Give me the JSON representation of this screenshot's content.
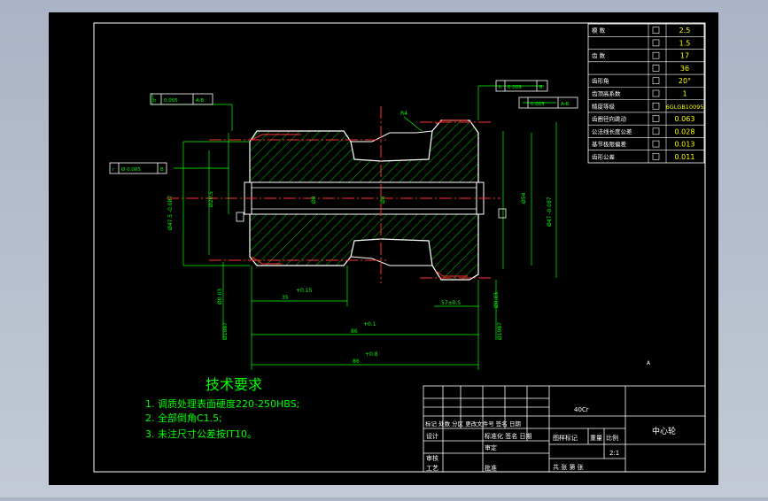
{
  "param_table": [
    {
      "label": "模 数",
      "value": "2.5"
    },
    {
      "label": "",
      "value": "1.5"
    },
    {
      "label": "齿 数",
      "value": "17"
    },
    {
      "label": "",
      "value": "36"
    },
    {
      "label": "齿形角",
      "value": "20°"
    },
    {
      "label": "齿顶高系数",
      "value": "1"
    },
    {
      "label": "精度等级",
      "value": "6GLGB10095"
    },
    {
      "label": "齿圈径向跳动",
      "value": "0.063"
    },
    {
      "label": "公法线长度公差",
      "value": "0.028"
    },
    {
      "label": "基节极限偏差",
      "value": "0.013"
    },
    {
      "label": "齿形公差",
      "value": "0.011"
    }
  ],
  "tolerances": {
    "top_left": {
      "a": "h",
      "b": "0.005",
      "c": "A-B"
    },
    "top_right_a": {
      "a": "h",
      "b": "0.009",
      "c": "B"
    },
    "top_right_b": {
      "a": "",
      "b": "0.005",
      "c": "A-B"
    },
    "left_runout": {
      "a": "r",
      "b": "Ø 0.005",
      "c": "B"
    }
  },
  "dims": {
    "d1": "Ø47.5  -0.087",
    "d2": "Ø20.5",
    "d3": "Ø54",
    "d4": "Ø47  -0.087",
    "bore": "Ø8",
    "len1": "35",
    "len1_tol": "+0.15",
    "len2": "57±0.5",
    "len3": "86",
    "len3_tol": "+0.1",
    "len4": "86",
    "len4_tol": "+0.8",
    "left_low": "Ø1987",
    "right_low": "Ø1987",
    "left_mid": "Ø0.03",
    "right_mid": "Ø0.03",
    "chamfer_note": "R4",
    "rough_note": "A"
  },
  "notes": {
    "title": "技术要求",
    "items": [
      "1. 调质处理表面硬度220-250HBS;",
      "2. 全部倒角C1.5;",
      "3. 未注尺寸公差按IT10。"
    ]
  },
  "title_block": {
    "material": "40Cr",
    "part_name": "中心轮",
    "row_headers": "标记 处数 分区 更改文件号 签名 日期",
    "design": "设计",
    "std": "标准化 签名 日期",
    "stage": "图样标记",
    "weight": "重量",
    "scale_label": "比例",
    "scale": "2:1",
    "review": "审核",
    "craft": "工艺",
    "approve": "批准",
    "sheets": "共  张  第  张",
    "approved_by": "审定"
  },
  "colors": {
    "background": "#000000",
    "outline": "#ffffff",
    "geometry": "#ffffff",
    "dimension": "#00ff00",
    "center": "#ff3030",
    "hatch": "#00ff00",
    "table_text": "#ffff00",
    "notes": "#00ff00"
  }
}
